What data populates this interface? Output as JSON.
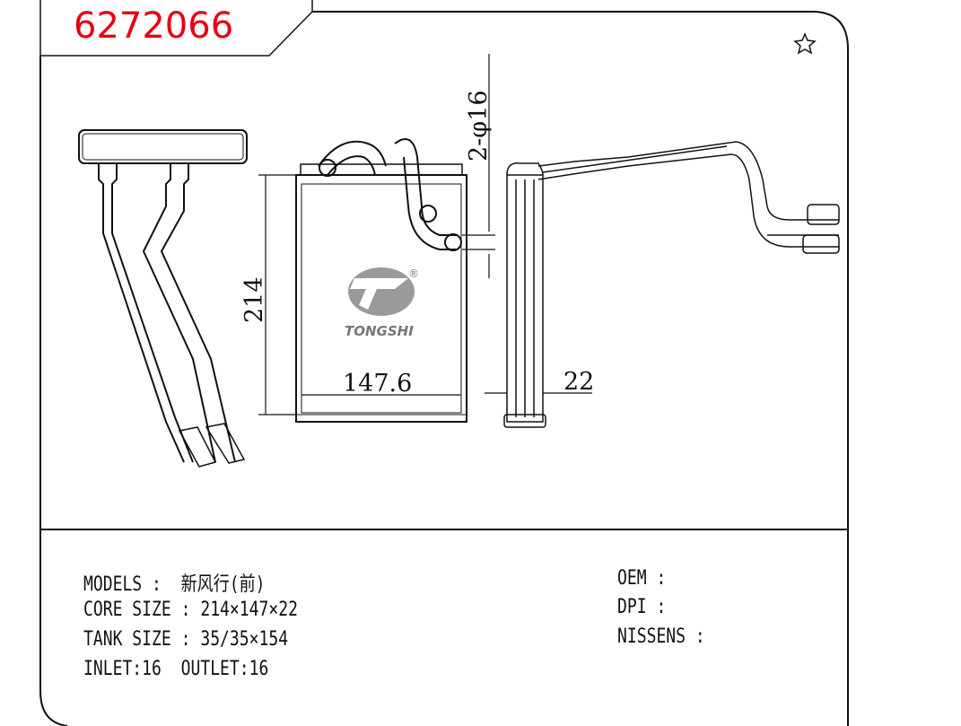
{
  "header": {
    "part_number": "6272066",
    "star_icon": "star-outline"
  },
  "dimensions": {
    "height": "214",
    "width": "147.6",
    "depth": "22",
    "pipe": "2-φ16"
  },
  "logo": {
    "brand": "TONGSHI",
    "registered": "®"
  },
  "specs": {
    "models": "MODELS :  新风行(前)",
    "core_size": "CORE SIZE : 214×147×22",
    "tank_size": "TANK SIZE : 35/35×154",
    "inlet_outlet": "INLET:16  OUTLET:16",
    "oem": "OEM :",
    "dpi": "DPI :",
    "nissens": "NISSENS :"
  },
  "colors": {
    "part_number": "#e60012",
    "line": "#111111"
  }
}
